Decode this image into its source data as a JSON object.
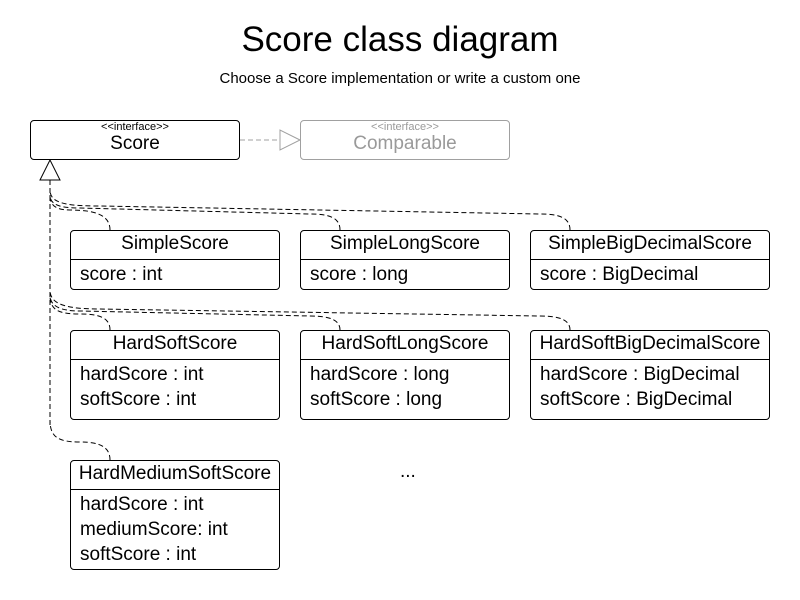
{
  "title": "Score class diagram",
  "subtitle": "Choose a Score implementation or write a custom one",
  "interfaces": [
    {
      "stereotype": "<<interface>>",
      "name": "Score"
    },
    {
      "stereotype": "<<interface>>",
      "name": "Comparable"
    }
  ],
  "classes": [
    {
      "name": "SimpleScore",
      "attributes": [
        "score : int"
      ]
    },
    {
      "name": "SimpleLongScore",
      "attributes": [
        "score : long"
      ]
    },
    {
      "name": "SimpleBigDecimalScore",
      "attributes": [
        "score : BigDecimal"
      ]
    },
    {
      "name": "HardSoftScore",
      "attributes": [
        "hardScore : int",
        "softScore : int"
      ]
    },
    {
      "name": "HardSoftLongScore",
      "attributes": [
        "hardScore : long",
        "softScore : long"
      ]
    },
    {
      "name": "HardSoftBigDecimalScore",
      "attributes": [
        "hardScore : BigDecimal",
        "softScore : BigDecimal"
      ]
    },
    {
      "name": "HardMediumSoftScore",
      "attributes": [
        "hardScore : int",
        "mediumScore: int",
        "softScore : int"
      ]
    }
  ],
  "more_indicator": "...",
  "colors": {
    "line": "#000000",
    "faded": "#a0a0a0"
  }
}
